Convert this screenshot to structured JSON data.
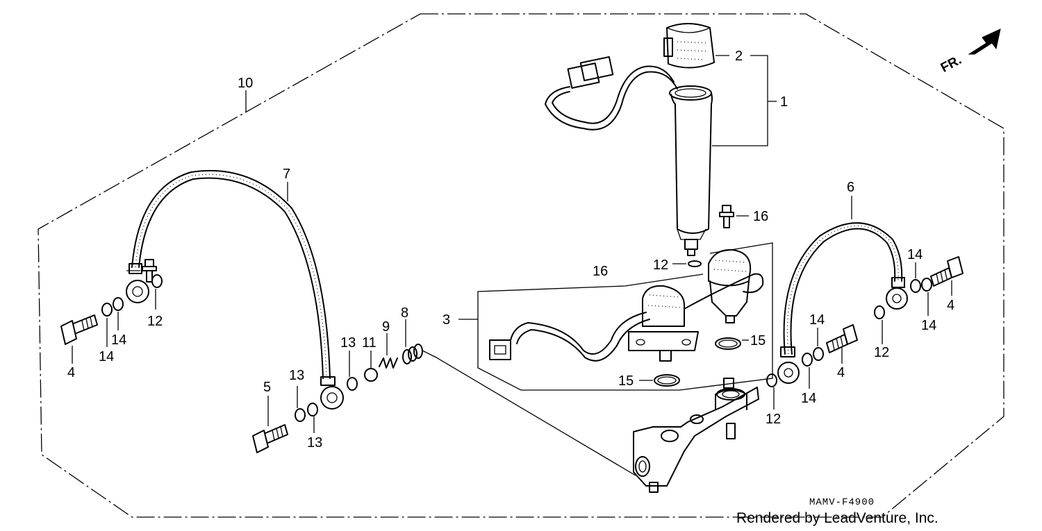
{
  "diagram": {
    "drawing_code": "MAMV-F4900",
    "credit": "Rendered by LeadVenture, Inc.",
    "direction_label": "FR.",
    "callouts": {
      "c1": "1",
      "c2": "2",
      "c3": "3",
      "c4_left": "4",
      "c4_mid": "4",
      "c4_right": "4",
      "c5": "5",
      "c6": "6",
      "c7": "7",
      "c8": "8",
      "c9": "9",
      "c10": "10",
      "c11": "11",
      "c12_left": "12",
      "c12_center": "12",
      "c12_mid": "12",
      "c12_right": "12",
      "c13_a": "13",
      "c13_b": "13",
      "c13_c": "13",
      "c14_l1": "14",
      "c14_l2": "14",
      "c14_m1": "14",
      "c14_m2": "14",
      "c14_r1": "14",
      "c14_r2": "14",
      "c15_a": "15",
      "c15_b": "15",
      "c16_a": "16",
      "c16_b": "16"
    }
  }
}
